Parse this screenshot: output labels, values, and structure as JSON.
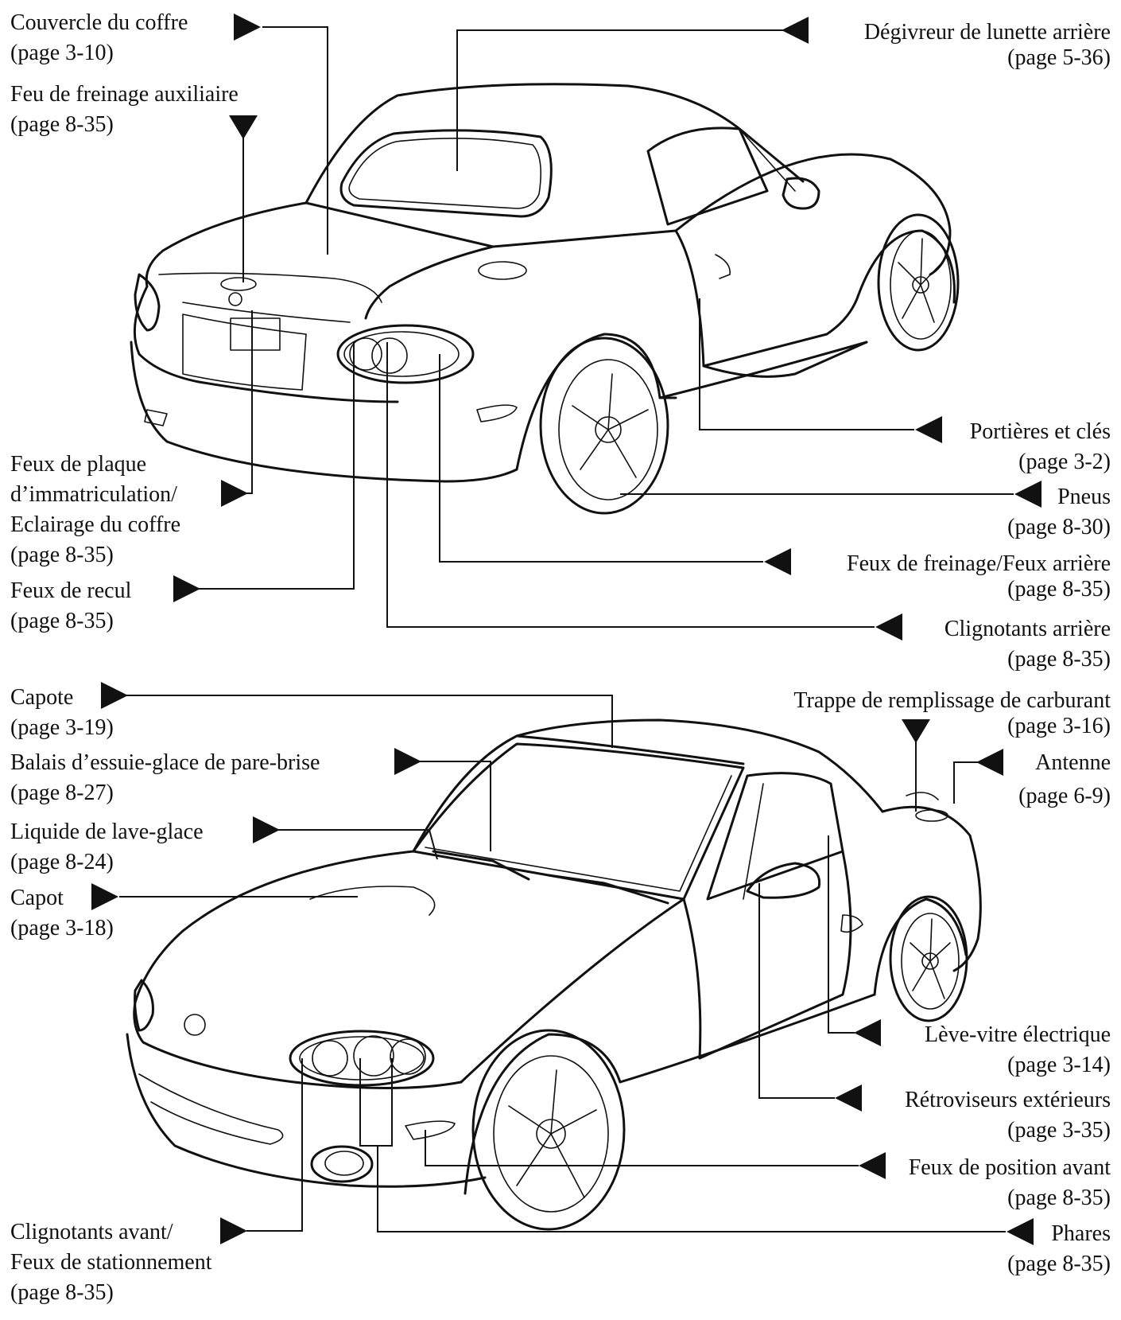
{
  "callouts": {
    "couvercle_coffre": {
      "label": "Couvercle du coffre",
      "page": "(page 3-10)"
    },
    "feu_freinage_aux": {
      "label": "Feu de freinage auxiliaire",
      "page": "(page 8-35)"
    },
    "feux_plaque": {
      "label_1": "Feux de plaque",
      "label_2": "d’immatriculation/",
      "label_3": "Eclairage du coffre",
      "page": "(page 8-35)"
    },
    "feux_recul": {
      "label": "Feux de recul",
      "page": "(page 8-35)"
    },
    "degivreur": {
      "label": "Dégivreur de lunette arrière",
      "page": "(page 5-36)"
    },
    "portieres": {
      "label": "Portières et clés",
      "page": "(page 3-2)"
    },
    "pneus": {
      "label": "Pneus",
      "page": "(page 8-30)"
    },
    "feux_freinage": {
      "label": "Feux de freinage/Feux arrière",
      "page": "(page 8-35)"
    },
    "clignotants_arriere": {
      "label": "Clignotants arrière",
      "page": "(page 8-35)"
    },
    "capote": {
      "label": "Capote",
      "page": "(page 3-19)"
    },
    "balais": {
      "label": "Balais d’essuie-glace de pare-brise",
      "page": "(page 8-27)"
    },
    "liquide": {
      "label": "Liquide de lave-glace",
      "page": "(page 8-24)"
    },
    "capot": {
      "label": "Capot",
      "page": "(page 3-18)"
    },
    "clignotants_avant": {
      "label_1": "Clignotants avant/",
      "label_2": "Feux de stationnement",
      "page": "(page 8-35)"
    },
    "trappe": {
      "label": "Trappe de remplissage de carburant",
      "page": "(page 3-16)"
    },
    "antenne": {
      "label": "Antenne",
      "page": "(page 6-9)"
    },
    "leve_vitre": {
      "label": "Lève-vitre électrique",
      "page": "(page 3-14)"
    },
    "retroviseurs": {
      "label": "Rétroviseurs extérieurs",
      "page": "(page 3-35)"
    },
    "feux_position": {
      "label": "Feux de position avant",
      "page": "(page 8-35)"
    },
    "phares": {
      "label": "Phares",
      "page": "(page 8-35)"
    }
  },
  "icons": [
    "arrow-marker-icon",
    "car-rear-view-illustration",
    "car-front-view-illustration"
  ]
}
